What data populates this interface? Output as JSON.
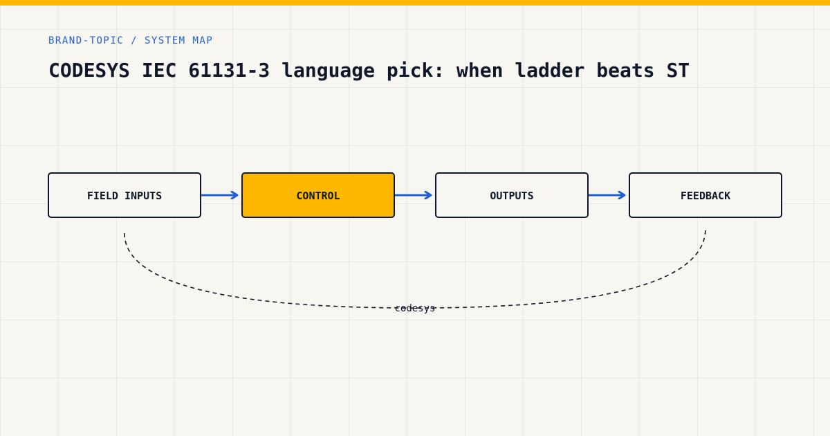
{
  "header": {
    "eyebrow": "BRAND-TOPIC / SYSTEM MAP",
    "title": "CODESYS IEC 61131-3 language pick: when ladder beats ST"
  },
  "diagram": {
    "nodes": [
      {
        "id": "field-inputs",
        "label": "FIELD INPUTS",
        "highlighted": false
      },
      {
        "id": "control",
        "label": "CONTROL",
        "highlighted": true
      },
      {
        "id": "outputs",
        "label": "OUTPUTS",
        "highlighted": false
      },
      {
        "id": "feedback",
        "label": "FEEDBACK",
        "highlighted": false
      }
    ],
    "edges": [
      {
        "from": "field-inputs",
        "to": "control"
      },
      {
        "from": "control",
        "to": "outputs"
      },
      {
        "from": "outputs",
        "to": "feedback"
      }
    ],
    "loop": {
      "from": "feedback",
      "to": "field-inputs",
      "label": "codesys"
    }
  },
  "colors": {
    "accent": "#ffb800",
    "arrow": "#1f5fce",
    "eyebrow": "#1f5fce",
    "ink": "#0f172a",
    "node_fill": "#f7f6f1"
  }
}
